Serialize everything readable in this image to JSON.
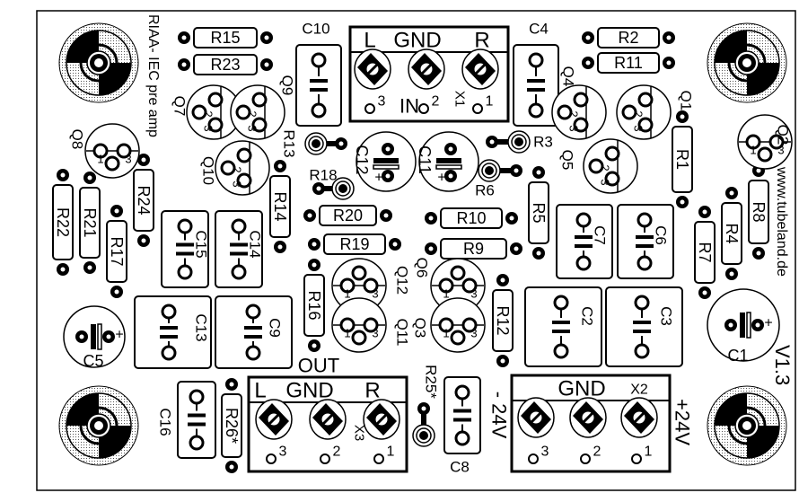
{
  "board": {
    "title": "RIAA- IEC pre amp",
    "website": "www.tubeland.de",
    "version": "V1.3"
  },
  "connectors": {
    "x1": {
      "name": "X1",
      "caption": "IN",
      "header": [
        "L",
        "GND",
        "R"
      ],
      "pins": [
        "3",
        "2",
        "1"
      ]
    },
    "x3": {
      "name": "X3",
      "caption": "OUT",
      "header": [
        "L",
        "GND",
        "R"
      ],
      "pins": [
        "3",
        "2",
        "1"
      ]
    },
    "x2": {
      "name": "X2",
      "header": [
        "GND"
      ],
      "pins": [
        "3",
        "2",
        "1"
      ],
      "minus_label": "- 24V",
      "plus_label": "+24V"
    }
  },
  "resistors": [
    "R15",
    "R23",
    "R2",
    "R11",
    "R1",
    "R14",
    "R20",
    "R10",
    "R19",
    "R9",
    "R5",
    "R24",
    "R22",
    "R21",
    "R17",
    "R7",
    "R4",
    "R8",
    "R16",
    "R12",
    "R26*"
  ],
  "jumpers": [
    "R13",
    "R18",
    "R3",
    "R6",
    "R25*"
  ],
  "capacitors": [
    "C10",
    "C4",
    "C15",
    "C14",
    "C7",
    "C6",
    "C13",
    "C9",
    "C2",
    "C3",
    "C16",
    "C8"
  ],
  "electrolytics": [
    {
      "label": "C12",
      "polarity": "+"
    },
    {
      "label": "C11",
      "polarity": "+"
    },
    {
      "label": "C5",
      "polarity": "+"
    },
    {
      "label": "C1",
      "polarity": "+"
    }
  ],
  "transistors": [
    "Q7",
    "Q9",
    "Q8",
    "Q10",
    "Q4",
    "Q1",
    "Q5",
    "Q2",
    "Q12",
    "Q11",
    "Q6",
    "Q3"
  ],
  "transistor_pins": [
    "1",
    "2",
    "3"
  ]
}
